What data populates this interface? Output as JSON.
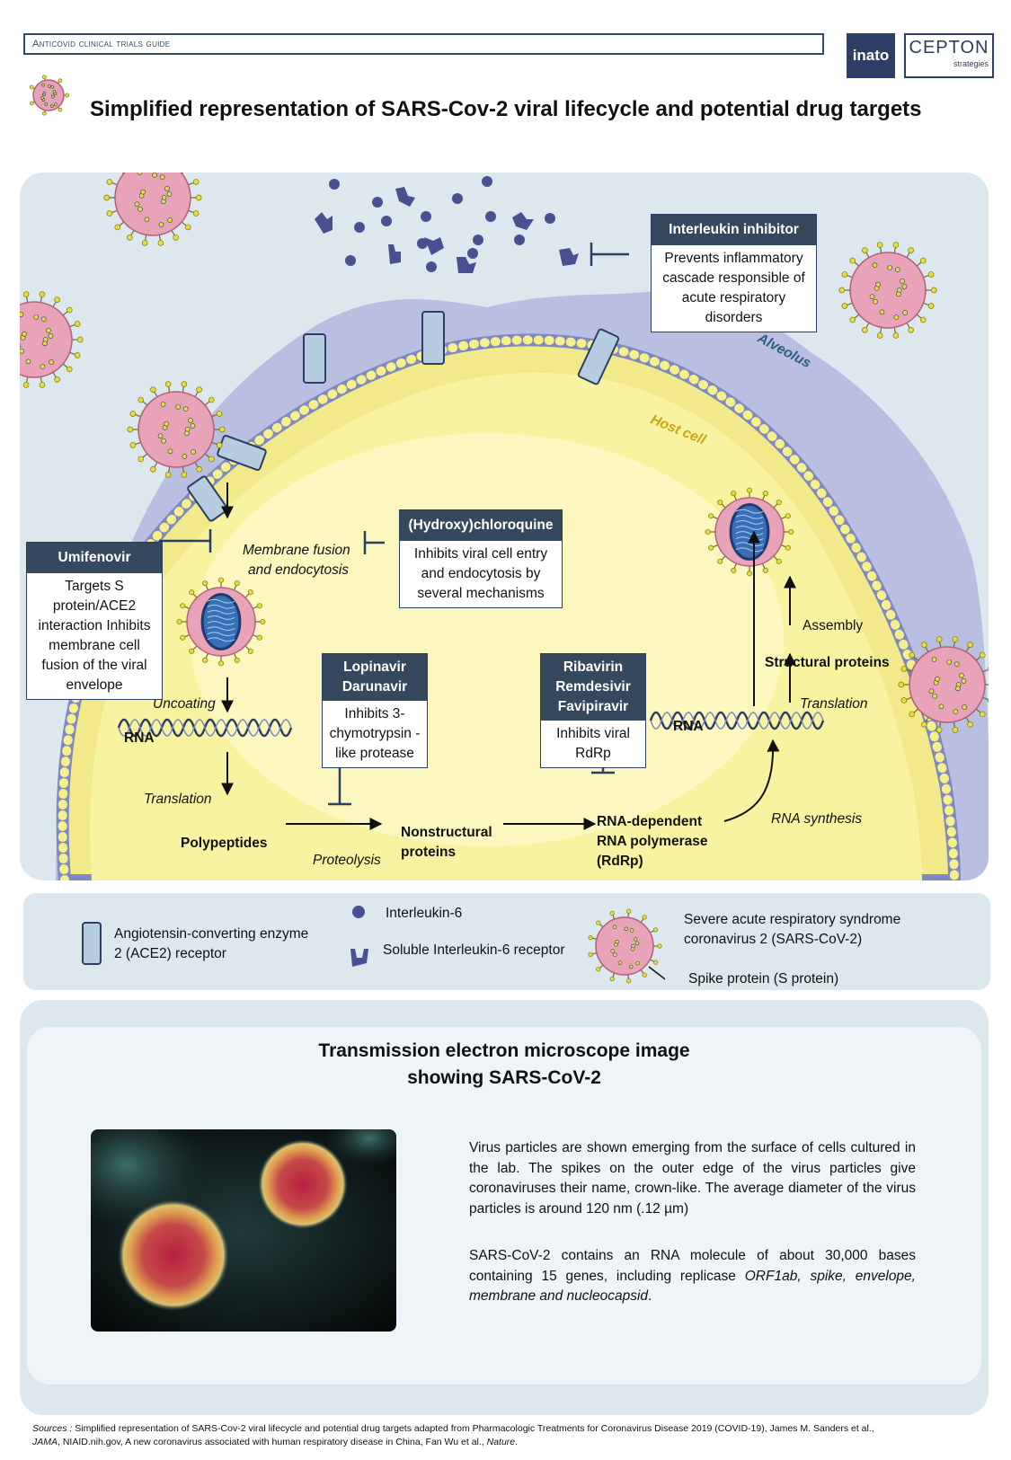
{
  "header": {
    "guide_label": "Anticovid clinical trials guide",
    "logo_inato": "inato",
    "logo_cepton": "CEPTON",
    "logo_cepton_sub": "strategies",
    "title": "Simplified representation of SARS-Cov-2 viral lifecycle and potential drug targets"
  },
  "diagram": {
    "alveolus_label": "Alveolus",
    "host_cell_label": "Host cell",
    "membrane_fusion_line1": "Membrane fusion",
    "membrane_fusion_line2": "and endocytosis",
    "uncoating": "Uncoating",
    "rna_left": "RNA",
    "translation_left": "Translation",
    "polypeptides": "Polypeptides",
    "proteolysis": "Proteolysis",
    "nonstructural_line1": "Nonstructural",
    "nonstructural_line2": "proteins",
    "rdrp_line1": "RNA-dependent",
    "rdrp_line2": "RNA polymerase",
    "rdrp_line3": "(RdRp)",
    "rna_synthesis": "RNA synthesis",
    "rna_right": "RNA",
    "translation_right": "Translation",
    "structural_proteins": "Structural proteins",
    "assembly": "Assembly"
  },
  "drugs": {
    "interleukin": {
      "name": "Interleukin inhibitor",
      "desc": "Prevents inflammatory cascade responsible of acute respiratory disorders"
    },
    "umifenovir": {
      "name": "Umifenovir",
      "desc": "Targets S protein/ACE2 interaction Inhibits membrane cell fusion of the viral envelope"
    },
    "hydroxychloroquine": {
      "name": "(Hydroxy)chloroquine",
      "desc": "Inhibits viral cell entry and endocytosis by several mechanisms"
    },
    "lopinavir": {
      "name_line1": "Lopinavir",
      "name_line2": "Darunavir",
      "desc": "Inhibits 3-chymotrypsin -like protease"
    },
    "ribavirin": {
      "name_line1": "Ribavirin",
      "name_line2": "Remdesivir",
      "name_line3": "Favipiravir",
      "desc": "Inhibits viral RdRp"
    }
  },
  "legend": {
    "ace2": "Angiotensin-converting enzyme 2 (ACE2) receptor",
    "il6": "Interleukin-6",
    "soluble_il6": "Soluble Interleukin-6 receptor",
    "sars": "Severe acute respiratory syndrome coronavirus 2 (SARS-CoV-2)",
    "spike": "Spike protein (S protein)"
  },
  "tem": {
    "title_line1": "Transmission electron microscope image",
    "title_line2": "showing SARS-CoV-2",
    "para1": "Virus particles are shown emerging from the surface of cells cultured in the lab. The spikes on the outer edge of the virus particles give coronaviruses their name, crown-like. The average diameter of the virus particles is around 120 nm (.12 µm)",
    "para2_plain": "SARS-CoV-2 contains an RNA molecule of about 30,000 bases containing 15 genes, including replicase ",
    "para2_italic": "ORF1ab, spike, envelope, membrane and nucleocapsid",
    "para2_end": "."
  },
  "sources": {
    "label": "Sources :",
    "text1": " Simplified representation of SARS-Cov-2 viral lifecycle and potential drug targets adapted from  Pharmacologic Treatments for Coronavirus Disease 2019 (COVID-19), James M. Sanders et al.,",
    "jama": "JAMA",
    "text2": ", NIAID.nih.gov, A new coronavirus associated with human respiratory disease in China, Fan Wu et al., ",
    "nature": "Nature",
    "text3": "."
  },
  "colors": {
    "navy": "#34495e",
    "panel": "#dde8ee",
    "cell_yellow": "#f7f3a0",
    "alveolus": "#b9bfe0",
    "virus_pink": "#e8a3b8",
    "spike_yellow": "#e6df3a"
  }
}
